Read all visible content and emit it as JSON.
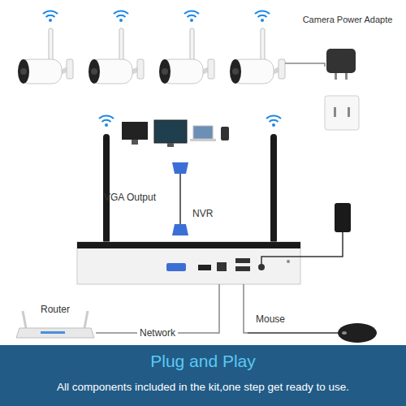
{
  "diagram": {
    "title": "Plug and Play",
    "caption": "All components included in the kit,one step get ready to use.",
    "nodes": [
      {
        "text": [
          "Camera Power Adapte"
        ]
      },
      {
        "text": [
          "NVR"
        ]
      },
      {
        "text": [
          "Router"
        ]
      },
      {
        "text": [
          "Mouse"
        ]
      }
    ],
    "edges": [
      {
        "from": 2,
        "to": 1,
        "label": "Network",
        "arrow": "none"
      },
      {
        "from": 1,
        "to": 3,
        "arrow": "none"
      }
    ],
    "labels": [
      "VGA Output"
    ]
  }
}
